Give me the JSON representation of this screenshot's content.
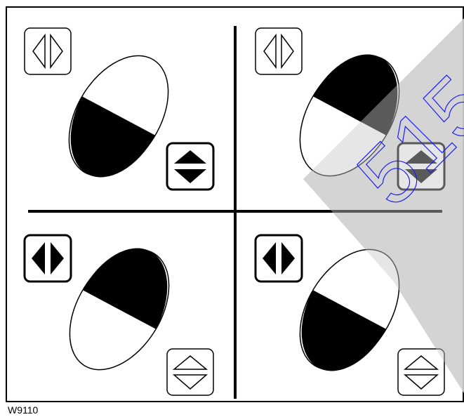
{
  "figure_id": "W9110",
  "watermark": "515",
  "colors": {
    "ink": "#000000",
    "paper": "#ffffff",
    "watermark_band": "#d9d9d9",
    "watermark_text": "#1a1aff"
  },
  "panels": [
    {
      "id": "top-left",
      "horizontal_icon": {
        "name": "left-right-arrows-icon",
        "filled": false
      },
      "vertical_icon": {
        "name": "up-down-arrows-icon",
        "filled": true
      },
      "pedal_filled_half": "lower"
    },
    {
      "id": "top-right",
      "horizontal_icon": {
        "name": "left-right-arrows-icon",
        "filled": false
      },
      "vertical_icon": {
        "name": "up-down-arrows-icon",
        "filled": true
      },
      "pedal_filled_half": "upper"
    },
    {
      "id": "bottom-left",
      "horizontal_icon": {
        "name": "left-right-arrows-icon",
        "filled": true
      },
      "vertical_icon": {
        "name": "up-down-arrows-icon",
        "filled": false
      },
      "pedal_filled_half": "upper"
    },
    {
      "id": "bottom-right",
      "horizontal_icon": {
        "name": "left-right-arrows-icon",
        "filled": true
      },
      "vertical_icon": {
        "name": "up-down-arrows-icon",
        "filled": false
      },
      "pedal_filled_half": "lower"
    }
  ]
}
